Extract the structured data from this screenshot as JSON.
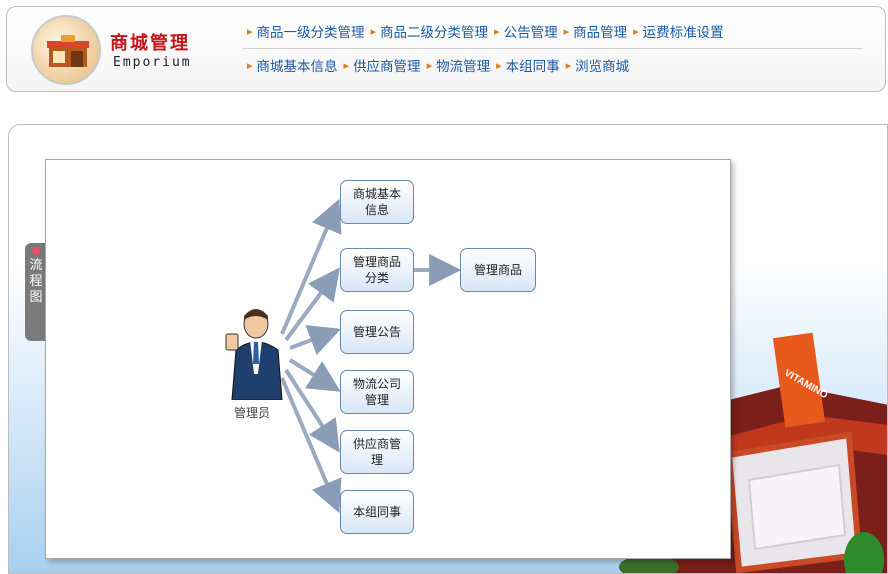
{
  "header": {
    "logo_title": "商城管理",
    "logo_subtitle": "Emporium",
    "nav_row1": [
      {
        "label": "商品一级分类管理"
      },
      {
        "label": "商品二级分类管理"
      },
      {
        "label": "公告管理"
      },
      {
        "label": "商品管理"
      },
      {
        "label": "运费标准设置"
      }
    ],
    "nav_row2": [
      {
        "label": "商城基本信息"
      },
      {
        "label": "供应商管理"
      },
      {
        "label": "物流管理"
      },
      {
        "label": "本组同事"
      },
      {
        "label": "浏览商城"
      }
    ]
  },
  "side_tab": {
    "label": [
      "流",
      "程",
      "图"
    ]
  },
  "diagram": {
    "admin_label": "管理员",
    "nodes": [
      {
        "id": "shop-info",
        "label": "商城基本信息"
      },
      {
        "id": "category",
        "label": "管理商品分类"
      },
      {
        "id": "products",
        "label": "管理商品"
      },
      {
        "id": "notices",
        "label": "管理公告"
      },
      {
        "id": "logistics",
        "label": "物流公司管理"
      },
      {
        "id": "suppliers",
        "label": "供应商管理"
      },
      {
        "id": "colleagues",
        "label": "本组同事"
      }
    ]
  },
  "building_sign": "VITAMINO",
  "colors": {
    "nav_link": "#1c5aa6",
    "logo_red": "#c4141a",
    "arrow_orange": "#e07c1a",
    "node_border": "#6a86ad"
  }
}
